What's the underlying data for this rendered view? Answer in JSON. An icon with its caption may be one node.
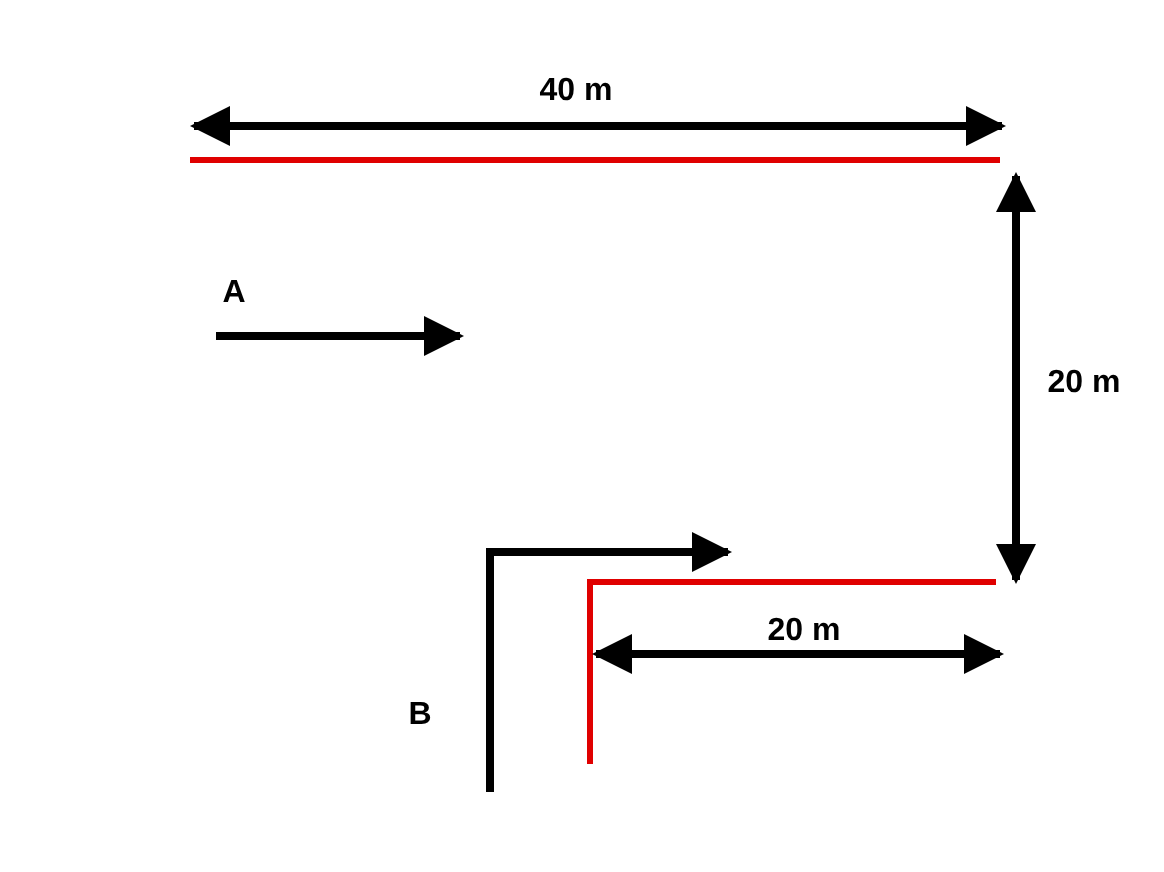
{
  "diagram": {
    "labels": [
      "40 m",
      "A",
      "20 m",
      "B",
      "20 m"
    ]
  }
}
